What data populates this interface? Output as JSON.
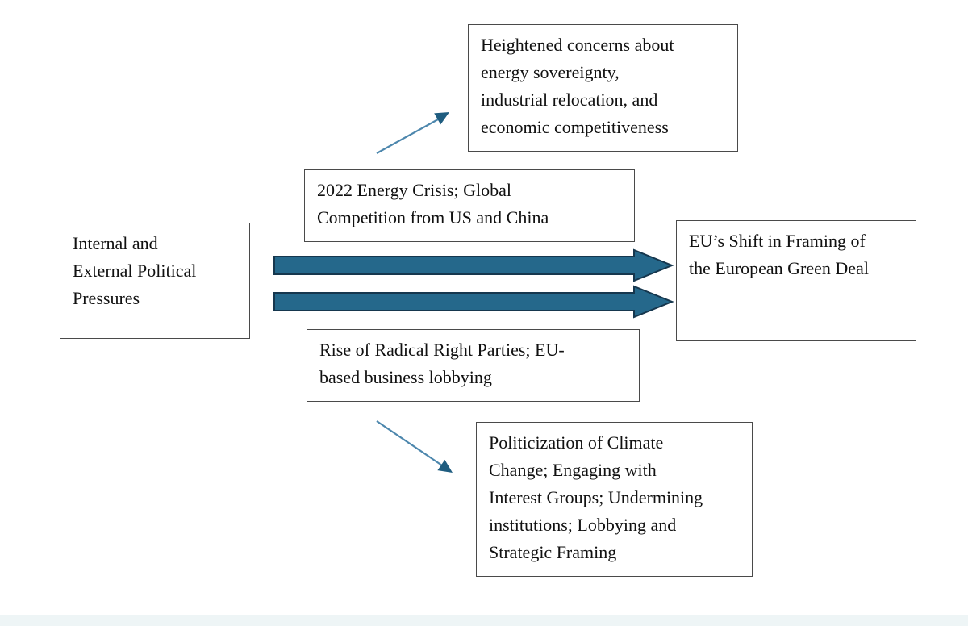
{
  "figure": {
    "type": "flow-diagram",
    "nodes": {
      "pressures": {
        "lines": [
          "Internal and",
          "External Political",
          "Pressures"
        ]
      },
      "energy_crisis": {
        "lines": [
          "2022 Energy Crisis; Global",
          "Competition from US and China"
        ]
      },
      "heightened_concerns": {
        "lines": [
          "Heightened concerns about",
          "energy sovereignty,",
          "industrial relocation, and",
          "economic competitiveness"
        ]
      },
      "framing_shift": {
        "lines": [
          "EU’s Shift in Framing of",
          "the European Green Deal"
        ]
      },
      "radical_right": {
        "lines": [
          "Rise of Radical Right Parties; EU-",
          "based business lobbying"
        ]
      },
      "politicization": {
        "lines": [
          "Politicization of Climate",
          "Change; Engaging with",
          "Interest Groups; Undermining",
          "institutions; Lobbying and",
          "Strategic Framing"
        ]
      }
    },
    "edges": [
      {
        "from": "pressures",
        "to": "framing_shift",
        "style": "thick-block-arrow"
      },
      {
        "from": "pressures",
        "to": "framing_shift",
        "style": "thick-block-arrow"
      },
      {
        "from": "energy_crisis",
        "to": "heightened_concerns",
        "style": "thin-arrow-up-right"
      },
      {
        "from": "radical_right",
        "to": "politicization",
        "style": "thin-arrow-down-right"
      }
    ]
  },
  "colors": {
    "background": "#ffffff",
    "box_border": "#4a4a4a",
    "box_text": "#111111",
    "big_arrow_fill": "#25688b",
    "big_arrow_outline": "#16374e",
    "thin_arrow": "#4d87ad",
    "thin_arrowhead": "#1f5d80",
    "footer_band": "#eef5f6"
  }
}
